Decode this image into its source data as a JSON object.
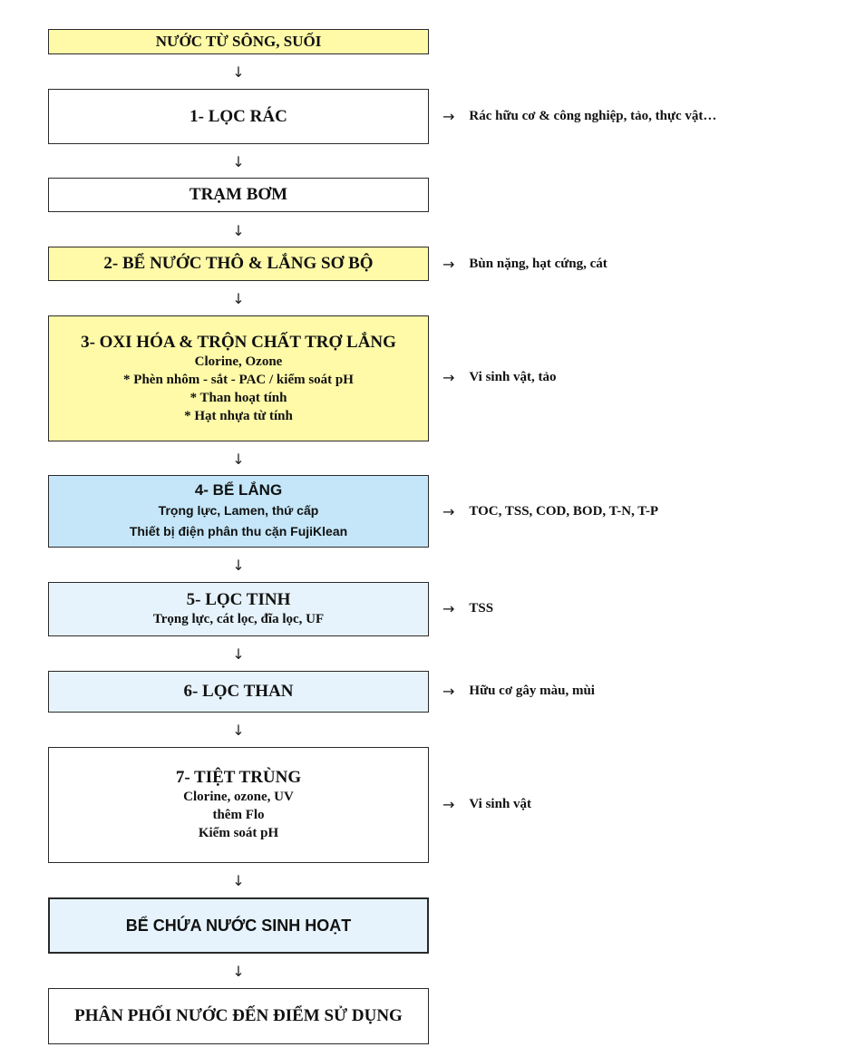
{
  "steps": {
    "source": {
      "title": "NƯỚC TỪ SÔNG, SUỐI"
    },
    "s1": {
      "title": "1- LỌC RÁC",
      "note": "Rác hữu cơ & công nghiệp, tảo, thực vật…"
    },
    "pump": {
      "title": "TRẠM BƠM"
    },
    "s2": {
      "title": "2- BỂ NƯỚC THÔ & LẮNG SƠ BỘ",
      "note": "Bùn nặng, hạt cứng, cát"
    },
    "s3": {
      "title": "3- OXI HÓA & TRỘN CHẤT  TRỢ LẮNG",
      "lines": [
        "Clorine, Ozone",
        "* Phèn nhôm - sắt - PAC /  kiểm soát pH",
        "* Than hoạt tính",
        "* Hạt nhựa từ tính"
      ],
      "note": "Vi sinh vật,  tảo"
    },
    "s4": {
      "title": "4- BỂ LẮNG",
      "lines": [
        "Trọng lực, Lamen, thứ cấp",
        "Thiết bị điện phân thu cặn FujiKlean"
      ],
      "note": "TOC, TSS, COD, BOD, T-N, T-P"
    },
    "s5": {
      "title": "5- LỌC TINH",
      "lines": [
        "Trọng lực, cát lọc, đĩa lọc, UF"
      ],
      "note": "TSS"
    },
    "s6": {
      "title": "6- LỌC THAN",
      "note": "Hữu cơ gây màu, mùi"
    },
    "s7": {
      "title": "7- TIỆT TRÙNG",
      "lines": [
        "Clorine, ozone, UV",
        "thêm Flo",
        "Kiểm soát pH"
      ],
      "note": "Vi sinh vật"
    },
    "tank": {
      "title": "BỂ CHỨA NƯỚC SINH HOẠT"
    },
    "dist": {
      "title": "PHÂN PHỐI NƯỚC ĐẾN ĐIỂM SỬ DỤNG"
    }
  },
  "glyphs": {
    "down": "↓",
    "right": "→"
  },
  "colors": {
    "yellow": "#fffaa8",
    "blue": "#c4e6f8",
    "lightblue": "#e6f3fc",
    "border": "#2a2a2a"
  }
}
